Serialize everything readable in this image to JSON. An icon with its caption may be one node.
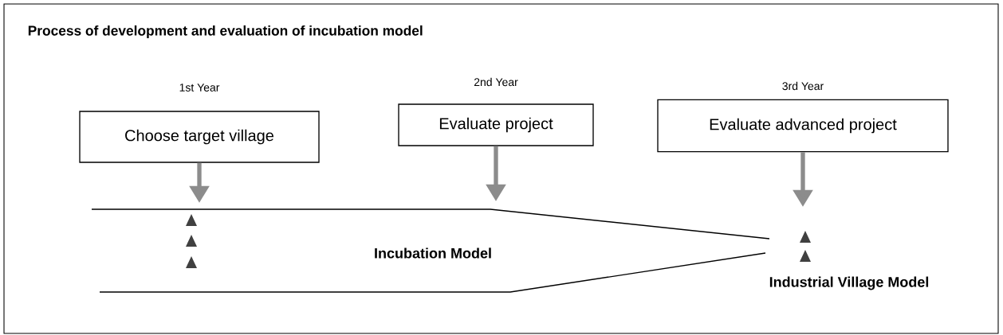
{
  "diagram": {
    "title": "Process of development and evaluation of incubation model",
    "nodes": [
      {
        "text": [
          "Choose target village"
        ],
        "beside": [
          "1st Year"
        ]
      },
      {
        "text": [
          "Evaluate project"
        ],
        "beside": [
          "2nd Year"
        ]
      },
      {
        "text": [
          "Evaluate advanced project"
        ],
        "beside": [
          "3rd Year"
        ]
      }
    ],
    "edges": [
      {
        "from": 0,
        "to": null,
        "arrow": "to"
      },
      {
        "from": 1,
        "to": null,
        "arrow": "to"
      },
      {
        "from": 2,
        "to": null,
        "arrow": "to"
      }
    ],
    "labels": [
      "Incubation Model",
      "Industrial Village Model"
    ]
  }
}
